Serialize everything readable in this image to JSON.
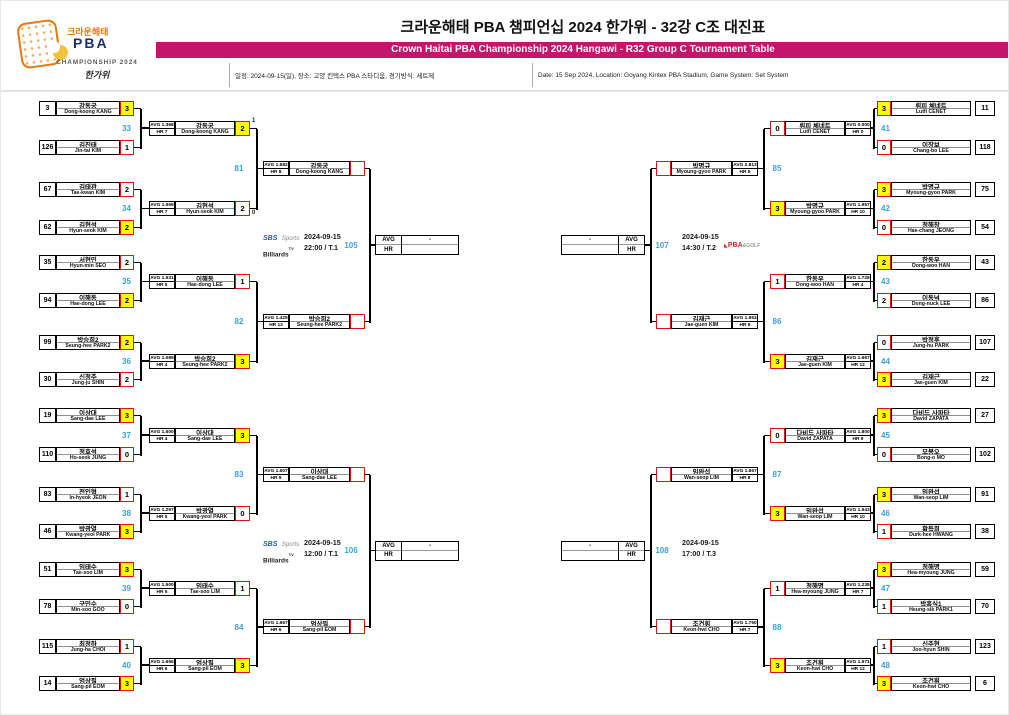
{
  "header": {
    "title": "크라운해태 PBA 챔피언십 2024 한가위 - 32강 C조 대진표",
    "subtitle": "Crown Haitai PBA Championship 2024 Hangawi - R32 Group C Tournament Table",
    "info_ko": "일정: 2024-09-15(일), 장소: 고양 킨텍스 PBA 스타디움, 경기방식: 세트제",
    "info_en": "Date: 15 Sep 2024, Location: Goyang Kintex PBA Stadium, Game System: Set System",
    "logo": {
      "brand": "크라운해태",
      "pba": "PBA",
      "championship": "CHAMPIONSHIP 2024",
      "hangawi": "한가위"
    }
  },
  "colors": {
    "accent": "#C2156B",
    "match_number": "#3AA0DC",
    "winner_bg": "#FFFF00",
    "score_border": "#E31212"
  },
  "result_box": {
    "avg": "AVG",
    "hr": "HR"
  },
  "logos": {
    "sbs_a": "SBS",
    "sbs_b": "Sports",
    "sbs_c": "Billiards",
    "sbs_d": "TV",
    "pba_mark": "◣",
    "pba_a": "PBA",
    "pba_b": "&GOLF"
  },
  "left": {
    "r1": [
      {
        "no": "33",
        "top": {
          "seed": "3",
          "kor": "강동궁",
          "eng": "Dong-koong KANG",
          "score": "3",
          "w": true
        },
        "bottom": {
          "seed": "126",
          "kor": "김진태",
          "eng": "Jin-tai KIM",
          "score": "1",
          "w": false
        }
      },
      {
        "no": "34",
        "top": {
          "seed": "67",
          "kor": "김태관",
          "eng": "Tae-kwan KIM",
          "score": "2",
          "w": false
        },
        "bottom": {
          "seed": "62",
          "kor": "김현석",
          "eng": "Hyun-seok KIM",
          "score": "2",
          "w": true
        }
      },
      {
        "no": "35",
        "top": {
          "seed": "35",
          "kor": "서현민",
          "eng": "Hyun-min SEO",
          "score": "2",
          "w": false
        },
        "bottom": {
          "seed": "94",
          "kor": "이해동",
          "eng": "Hae-dong LEE",
          "score": "2",
          "w": true
        }
      },
      {
        "no": "36",
        "top": {
          "seed": "99",
          "kor": "박승희2",
          "eng": "Seung-hee PARK2",
          "score": "2",
          "w": true
        },
        "bottom": {
          "seed": "30",
          "kor": "신정주",
          "eng": "Jung-ju SHIN",
          "score": "2",
          "w": false
        }
      },
      {
        "no": "37",
        "top": {
          "seed": "19",
          "kor": "이상대",
          "eng": "Sang-dae LEE",
          "score": "3",
          "w": true
        },
        "bottom": {
          "seed": "110",
          "kor": "정호석",
          "eng": "Ho-seok JUNG",
          "score": "0",
          "w": false
        }
      },
      {
        "no": "38",
        "top": {
          "seed": "83",
          "kor": "전인혁",
          "eng": "In-hyeok JEON",
          "score": "1",
          "w": false
        },
        "bottom": {
          "seed": "46",
          "kor": "박광열",
          "eng": "Kwang-yeol PARK",
          "score": "3",
          "w": true
        }
      },
      {
        "no": "39",
        "top": {
          "seed": "51",
          "kor": "임태수",
          "eng": "Tae-soo LIM",
          "score": "3",
          "w": true
        },
        "bottom": {
          "seed": "78",
          "kor": "구민수",
          "eng": "Min-soo GOO",
          "score": "0",
          "w": false
        }
      },
      {
        "no": "40",
        "top": {
          "seed": "115",
          "kor": "최정하",
          "eng": "Jung-ha CHOI",
          "score": "1",
          "w": false
        },
        "bottom": {
          "seed": "14",
          "kor": "엄상필",
          "eng": "Sang-pil EOM",
          "score": "3",
          "w": true
        }
      }
    ],
    "r2": [
      {
        "no": "81",
        "top": {
          "avg": "AVG 1.368",
          "hr": "HR 7",
          "kor": "강동궁",
          "eng": "Dong-koong KANG",
          "score": "2",
          "w": true,
          "tb": "1"
        },
        "bottom": {
          "avg": "AVG 1.559",
          "hr": "HR 7",
          "kor": "김현석",
          "eng": "Hyun-seok KIM",
          "score": "2",
          "w": false,
          "tb": "0"
        }
      },
      {
        "no": "82",
        "top": {
          "avg": "AVG 1.531",
          "hr": "HR 5",
          "kor": "이해동",
          "eng": "Hae-dong LEE",
          "score": "1",
          "w": false
        },
        "bottom": {
          "avg": "AVG 1.089",
          "hr": "HR 4",
          "kor": "박승희2",
          "eng": "Seung-hee PARK2",
          "score": "3",
          "w": true
        }
      },
      {
        "no": "83",
        "top": {
          "avg": "AVG 1.500",
          "hr": "HR 4",
          "kor": "이상대",
          "eng": "Sang-dae LEE",
          "score": "3",
          "w": true
        },
        "bottom": {
          "avg": "AVG 1.297",
          "hr": "HR 5",
          "kor": "박광열",
          "eng": "Kwang-yeol PARK",
          "score": "0",
          "w": false
        }
      },
      {
        "no": "84",
        "top": {
          "avg": "AVG 1.500",
          "hr": "HR 5",
          "kor": "임태수",
          "eng": "Tae-soo LIM",
          "score": "1",
          "w": false
        },
        "bottom": {
          "avg": "AVG 1.656",
          "hr": "HR 6",
          "kor": "엄상필",
          "eng": "Sang-pil EOM",
          "score": "3",
          "w": true
        }
      }
    ],
    "sf": [
      {
        "no": "105",
        "date": "2024-09-15",
        "time": "22:00 / T.1",
        "channel": "sbs",
        "result": {
          "avg": "-",
          "hr": ""
        },
        "top": {
          "avg": "AVG 1.682",
          "hr": "HR 8",
          "kor": "강동궁",
          "eng": "Dong-koong KANG"
        },
        "bottom": {
          "avg": "AVG 1.425",
          "hr": "HR 13",
          "kor": "박승희2",
          "eng": "Seung-hee PARK2"
        }
      },
      {
        "no": "106",
        "date": "2024-09-15",
        "time": "12:00 / T.1",
        "channel": "sbs",
        "result": {
          "avg": "-",
          "hr": ""
        },
        "top": {
          "avg": "AVG 1.607",
          "hr": "HR 9",
          "kor": "이상대",
          "eng": "Sang-dae LEE"
        },
        "bottom": {
          "avg": "AVG 1.667",
          "hr": "HR 6",
          "kor": "엄상필",
          "eng": "Sang-pil EOM"
        }
      }
    ]
  },
  "right": {
    "r1": [
      {
        "no": "41",
        "top": {
          "seed": "11",
          "kor": "뤼피 체네트",
          "eng": "Lutfi CENET",
          "score": "3",
          "w": true
        },
        "bottom": {
          "seed": "118",
          "kor": "이장보",
          "eng": "Chang-bo LEE",
          "score": "0",
          "w": false
        }
      },
      {
        "no": "42",
        "top": {
          "seed": "75",
          "kor": "박명규",
          "eng": "Myoung-gyoo PARK",
          "score": "3",
          "w": true
        },
        "bottom": {
          "seed": "54",
          "kor": "정해창",
          "eng": "Hae-chang JEONG",
          "score": "0",
          "w": false
        }
      },
      {
        "no": "43",
        "top": {
          "seed": "43",
          "kor": "한동우",
          "eng": "Dong-woo HAN",
          "score": "2",
          "w": true
        },
        "bottom": {
          "seed": "86",
          "kor": "이동넉",
          "eng": "Dong-nuck LEE",
          "score": "2",
          "w": false
        }
      },
      {
        "no": "44",
        "top": {
          "seed": "107",
          "kor": "박정후",
          "eng": "Jung-hu PARK",
          "score": "0",
          "w": false
        },
        "bottom": {
          "seed": "22",
          "kor": "김재근",
          "eng": "Jae-guen KIM",
          "score": "3",
          "w": true
        }
      },
      {
        "no": "45",
        "top": {
          "seed": "27",
          "kor": "다비드 사파타",
          "eng": "David ZAPATA",
          "score": "3",
          "w": true
        },
        "bottom": {
          "seed": "102",
          "kor": "모봉오",
          "eng": "Bong-o MO",
          "score": "0",
          "w": false
        }
      },
      {
        "no": "46",
        "top": {
          "seed": "91",
          "kor": "임완섭",
          "eng": "Wan-seop LIM",
          "score": "3",
          "w": true
        },
        "bottom": {
          "seed": "38",
          "kor": "황득희",
          "eng": "Durk-hee HWANG",
          "score": "1",
          "w": false
        }
      },
      {
        "no": "47",
        "top": {
          "seed": "59",
          "kor": "정해명",
          "eng": "Hea-myoung JUNG",
          "score": "3",
          "w": true
        },
        "bottom": {
          "seed": "70",
          "kor": "박흥식1",
          "eng": "Heung-sik PARK1",
          "score": "1",
          "w": false
        }
      },
      {
        "no": "48",
        "top": {
          "seed": "123",
          "kor": "신주현",
          "eng": "Joo-hyun SHIN",
          "score": "1",
          "w": false
        },
        "bottom": {
          "seed": "6",
          "kor": "조건휘",
          "eng": "Keon-hwi CHO",
          "score": "3",
          "w": true
        }
      }
    ],
    "r2": [
      {
        "no": "85",
        "top": {
          "avg": "AVG 0.000",
          "hr": "HR 0",
          "kor": "뤼피 체네트",
          "eng": "Lutfi CENET",
          "score": "0",
          "w": false
        },
        "bottom": {
          "avg": "AVG 1.957",
          "hr": "HR 10",
          "kor": "박명규",
          "eng": "Myoung-gyoo PARK",
          "score": "3",
          "w": true
        }
      },
      {
        "no": "86",
        "top": {
          "avg": "AVG 1.728",
          "hr": "HR 4",
          "kor": "한동우",
          "eng": "Dong-woo HAN",
          "score": "1",
          "w": false
        },
        "bottom": {
          "avg": "AVG 1.667",
          "hr": "HR 12",
          "kor": "김재근",
          "eng": "Jae-guen KIM",
          "score": "3",
          "w": true
        }
      },
      {
        "no": "87",
        "top": {
          "avg": "AVG 1.800",
          "hr": "HR 9",
          "kor": "다비드 사파타",
          "eng": "David ZAPATA",
          "score": "0",
          "w": false
        },
        "bottom": {
          "avg": "AVG 1.543",
          "hr": "HR 10",
          "kor": "임완섭",
          "eng": "Wan-seop LIM",
          "score": "3",
          "w": true
        }
      },
      {
        "no": "88",
        "top": {
          "avg": "AVG 1.238",
          "hr": "HR 7",
          "kor": "정해명",
          "eng": "Hea-myoung JUNG",
          "score": "1",
          "w": false
        },
        "bottom": {
          "avg": "AVG 1.571",
          "hr": "HR 12",
          "kor": "조건휘",
          "eng": "Keon-hwi CHO",
          "score": "3",
          "w": true
        }
      }
    ],
    "sf": [
      {
        "no": "107",
        "date": "2024-09-15",
        "time": "14:30 / T.2",
        "channel": "pba",
        "result": {
          "avg": "-",
          "hr": ""
        },
        "top": {
          "avg": "AVG 2.813",
          "hr": "HR 5",
          "kor": "박명규",
          "eng": "Myoung-gyoo PARK"
        },
        "bottom": {
          "avg": "AVG 1.553",
          "hr": "HR 6",
          "kor": "김재근",
          "eng": "Jae-guen KIM"
        }
      },
      {
        "no": "108",
        "date": "2024-09-15",
        "time": "17:00 / T.3",
        "channel": "",
        "result": {
          "avg": "-",
          "hr": ""
        },
        "top": {
          "avg": "AVG 1.667",
          "hr": "HR 8",
          "kor": "임완섭",
          "eng": "Wan-seop LIM"
        },
        "bottom": {
          "avg": "AVG 1.750",
          "hr": "HR 7",
          "kor": "조건휘",
          "eng": "Keon-hwi CHO"
        }
      }
    ]
  }
}
